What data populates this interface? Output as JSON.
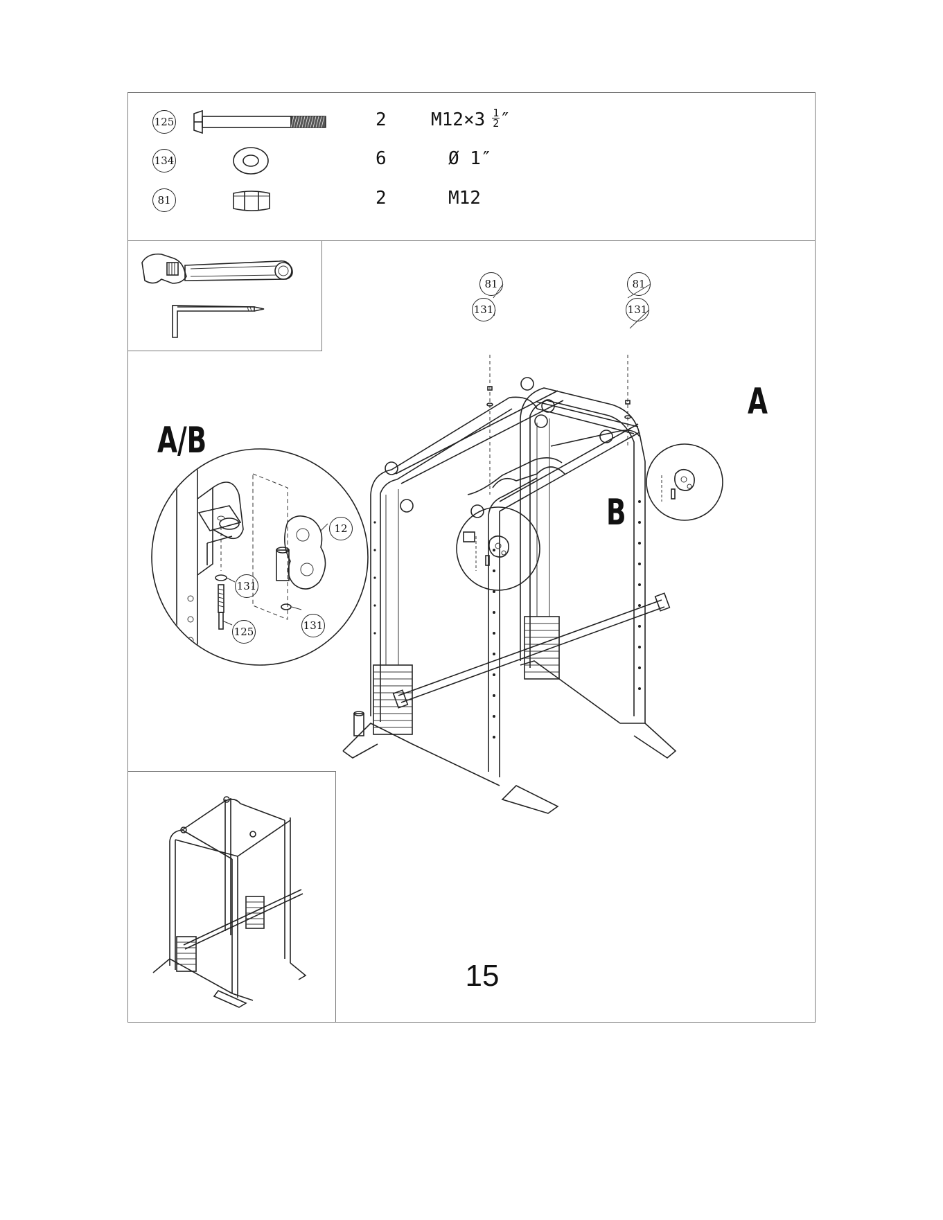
{
  "hardware": [
    {
      "part_no": "125",
      "quantity": "2",
      "spec": "M12×3",
      "spec_fraction": {
        "num": "1",
        "den": "2",
        "suffix": "″"
      },
      "icon": "bolt-icon"
    },
    {
      "part_no": "134",
      "quantity": "6",
      "spec": "Ø 1″",
      "icon": "washer-icon"
    },
    {
      "part_no": "81",
      "quantity": "2",
      "spec": "M12",
      "icon": "nut-icon"
    }
  ],
  "tools": [
    "adjustable-wrench-icon",
    "allen-key-screwdriver-icon"
  ],
  "detail_views": {
    "ab_label": "A/B",
    "a_label": "A",
    "b_label": "B",
    "ab_callouts": [
      "12",
      "131",
      "131",
      "125"
    ]
  },
  "main_callouts": {
    "left_nut": "81",
    "left_washer": "131",
    "right_nut": "81",
    "right_washer": "131"
  },
  "page_number": "15"
}
